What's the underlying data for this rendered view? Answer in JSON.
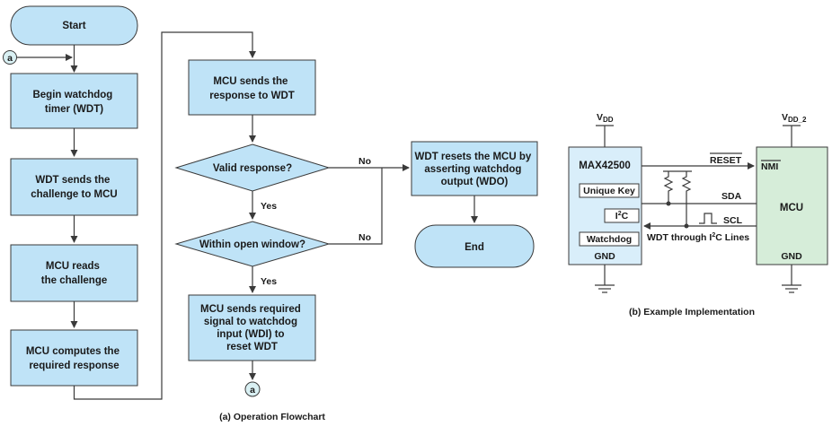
{
  "flowchart": {
    "start": "Start",
    "connector": "a",
    "begin": [
      "Begin watchdog",
      "timer (WDT)"
    ],
    "sends_challenge": [
      "WDT sends the",
      "challenge to MCU"
    ],
    "reads": [
      "MCU reads",
      "the challenge"
    ],
    "computes": [
      "MCU computes the",
      "required response"
    ],
    "sends_response": [
      "MCU sends the",
      "response to WDT"
    ],
    "valid": "Valid response?",
    "window": "Within open window?",
    "sends_signal": [
      "MCU sends required",
      "signal to watchdog",
      "input (WDI) to",
      "reset WDT"
    ],
    "reset": [
      "WDT resets the MCU by",
      "asserting watchdog",
      "output (WDO)"
    ],
    "end": "End",
    "yes": "Yes",
    "no": "No",
    "caption": "(a) Operation Flowchart"
  },
  "implementation": {
    "vdd": "V",
    "vdd_sub": "DD",
    "vdd2_sub": "DD_2",
    "chip": "MAX42500",
    "unique_key": "Unique Key",
    "i2c": "I",
    "i2c_sup": "2",
    "i2c_c": "C",
    "watchdog": "Watchdog",
    "gnd": "GND",
    "reset": "RESET",
    "nmi": "NMI",
    "sda": "SDA",
    "scl": "SCL",
    "mcu": "MCU",
    "wdt_lines": "WDT through I",
    "wdt_lines_sup": "2",
    "wdt_lines_end": "C Lines",
    "caption": "(b) Example Implementation"
  },
  "colors": {
    "box_fill": "#bfe3f7",
    "chip_fill": "#d9eefa",
    "mcu_fill": "#d6edd9",
    "stroke": "#3a3a3a"
  }
}
